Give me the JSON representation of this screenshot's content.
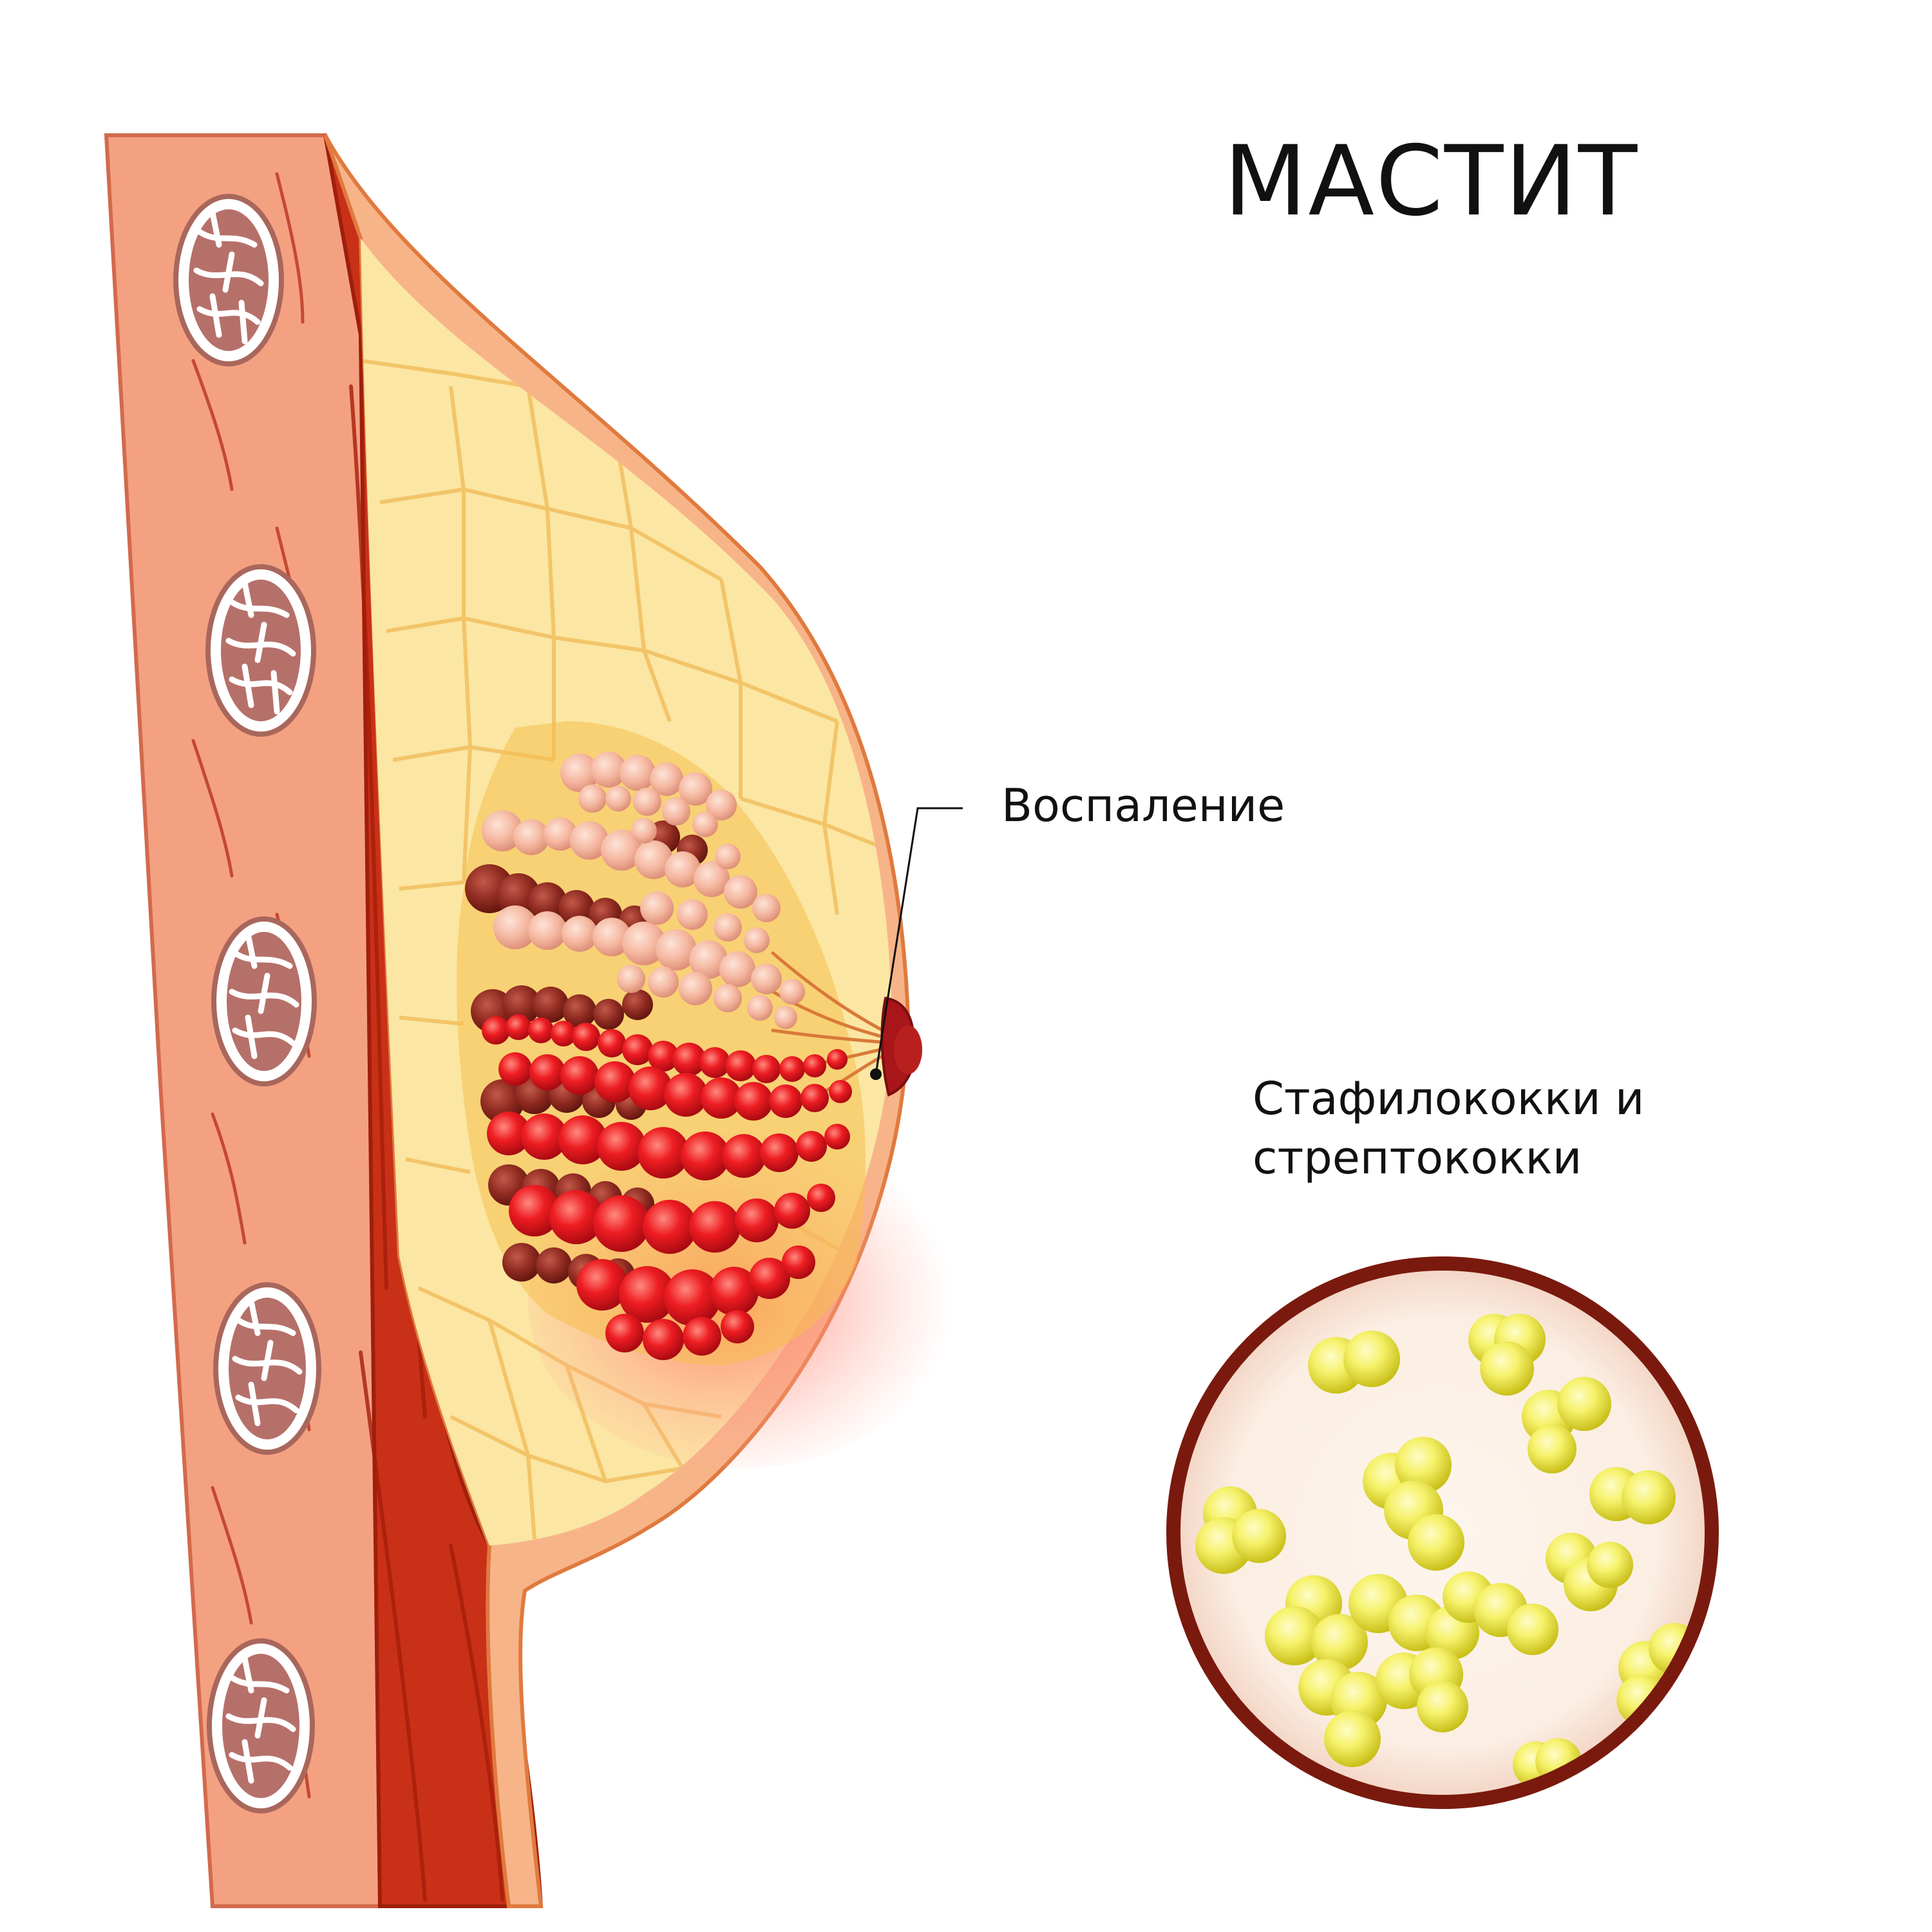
{
  "title": "МАСТИТ",
  "labels": {
    "inflammation": "Воспаление",
    "bacteria_line1": "Стафилококки и",
    "bacteria_line2": "стрептококки"
  },
  "colors": {
    "skin": "#f4a182",
    "muscle": "#c93018",
    "fat": "#fbe6a3",
    "healthy_lobules": "#f5b7a0",
    "inflamed_lobules": "#e8141c",
    "inner_lobules": "#8e2a20",
    "bacteria": "#f2ef3c",
    "lens_border": "#7a1a0e"
  }
}
